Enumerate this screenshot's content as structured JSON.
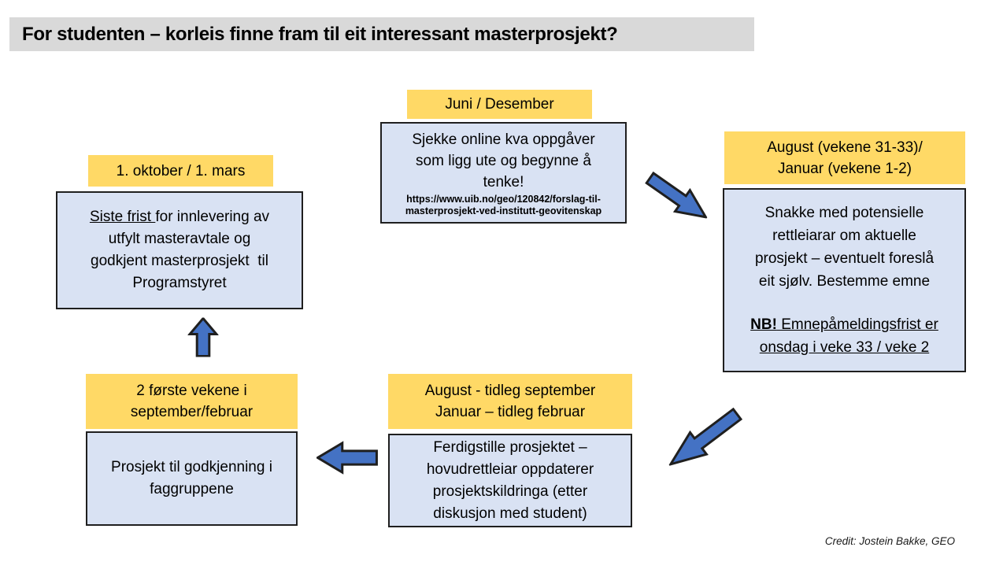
{
  "title": "For studenten – korleis finne fram til eit interessant masterprosjekt?",
  "credit": "Credit: Jostein Bakke, GEO",
  "colors": {
    "title_bg": "#d9d9d9",
    "badge_yellow": "#ffd966",
    "box_fill": "#d9e2f3",
    "box_border": "#1f1f1f",
    "arrow_blue": "#4472c4"
  },
  "steps": {
    "top_center": {
      "date": "Juni / Desember",
      "lines": [
        "Sjekke online kva oppgåver",
        "som ligg ute og begynne å",
        "tenke!"
      ],
      "link_lines": [
        "https://www.uib.no/geo/120842/forslag-til-",
        "masterprosjekt-ved-institutt-geovitenskap"
      ]
    },
    "right": {
      "date_lines": [
        "August (vekene 31-33)/",
        "Januar (vekene 1-2)"
      ],
      "lines": [
        "Snakke med potensielle",
        "rettleiarar om aktuelle",
        "prosjekt – eventuelt foreslå",
        "eit sjølv. Bestemme emne"
      ],
      "nb": {
        "bold": "NB!",
        "line1_rest": " Emnepåmeldingsfrist er",
        "line2": "onsdag i veke 33 / veke 2"
      }
    },
    "left": {
      "date": "1. oktober / 1. mars",
      "line1_underlined": "Siste frist ",
      "line1_rest": "for innlevering av",
      "lines": [
        "utfylt masteravtale og",
        "godkjent masterprosjekt  til",
        "Programstyret"
      ]
    },
    "bottom_left": {
      "date_lines": [
        "2 første vekene i",
        "september/februar"
      ],
      "lines": [
        "Prosjekt til godkjenning i",
        "faggruppene"
      ]
    },
    "bottom_center": {
      "date_lines": [
        "August - tidleg september",
        "Januar – tidleg februar"
      ],
      "lines": [
        "Ferdigstille prosjektet –",
        "hovudrettleiar oppdaterer",
        "prosjektskildringa (etter",
        "diskusjon med student)"
      ]
    }
  },
  "arrows": [
    {
      "from": "top_center",
      "to": "right",
      "direction": "down-right"
    },
    {
      "from": "right",
      "to": "bottom_center",
      "direction": "down-left"
    },
    {
      "from": "bottom_center",
      "to": "bottom_left",
      "direction": "left"
    },
    {
      "from": "bottom_left",
      "to": "left",
      "direction": "up"
    }
  ]
}
